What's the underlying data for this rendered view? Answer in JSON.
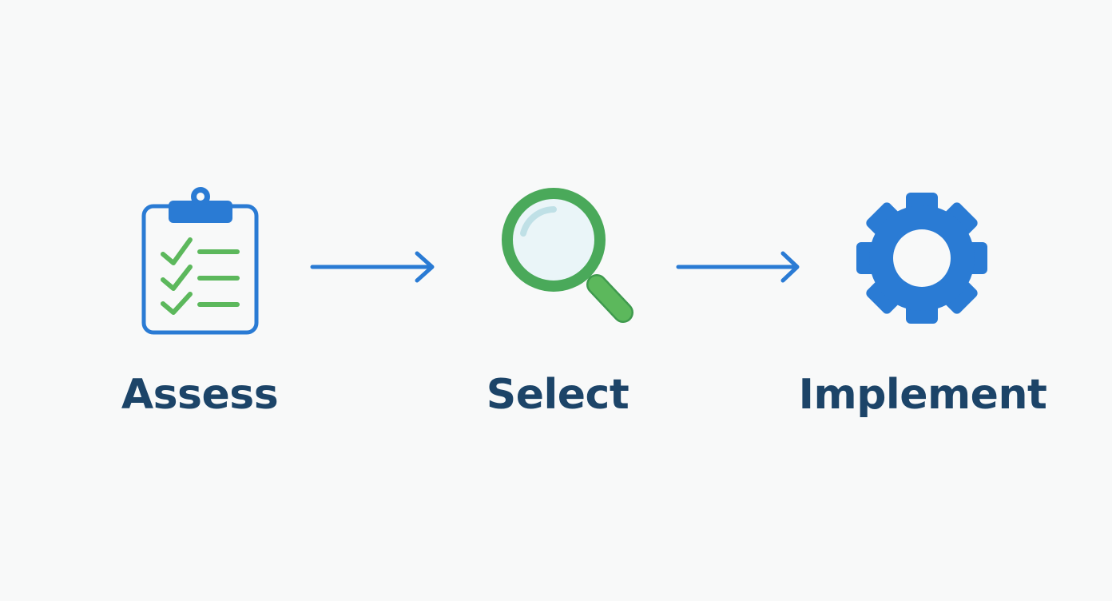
{
  "steps": [
    {
      "label": "Assess",
      "icon": "clipboard-checklist-icon"
    },
    {
      "label": "Select",
      "icon": "magnifying-glass-icon"
    },
    {
      "label": "Implement",
      "icon": "gear-icon"
    }
  ],
  "colors": {
    "background": "#f8f9f9",
    "primary_blue": "#2a7bd4",
    "accent_green": "#5cb85c",
    "label_text": "#1c4468",
    "lens_fill": "#eaf5f8"
  }
}
